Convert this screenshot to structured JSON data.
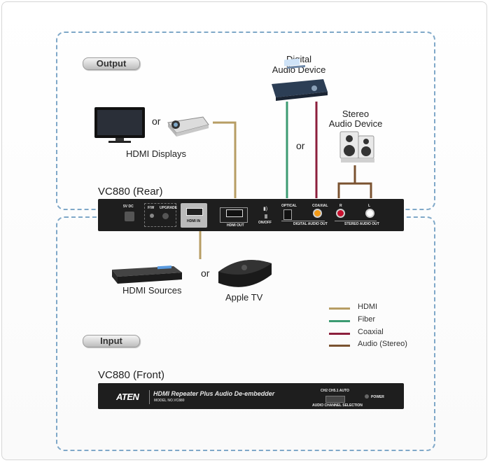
{
  "labels": {
    "output": "Output",
    "input": "Input",
    "digital_audio_device_1": "Digital",
    "digital_audio_device_2": "Audio Device",
    "stereo_audio_device_1": "Stereo",
    "stereo_audio_device_2": "Audio Device",
    "or_display": "or",
    "or_audio": "or",
    "or_source": "or",
    "hdmi_displays": "HDMI Displays",
    "hdmi_sources": "HDMI Sources",
    "apple_tv": "Apple TV",
    "vc880_rear": "VC880 (Rear)",
    "vc880_front": "VC880 (Front)"
  },
  "rear_panel": {
    "power": "5V DC",
    "fw": "F/W",
    "upgrade": "UPGRADE",
    "hdmi_in": "HDMI IN",
    "hdmi_out": "HDMI OUT",
    "on_off": "ON/OFF",
    "optical": "OPTICAL",
    "coaxial": "COAXIAL",
    "digital_audio_out": "DIGITAL AUDIO OUT",
    "r": "R",
    "l": "L",
    "stereo_audio_out": "STEREO AUDIO OUT"
  },
  "front_panel": {
    "brand": "ATEN",
    "product_name": "HDMI Repeater Plus Audio De-embedder",
    "model": "MODEL NO.VC880",
    "channel_options": "CH2  CH5.1  AUTO",
    "audio_channel_selection": "AUDIO CHANNEL SELECTION",
    "power": "POWER"
  },
  "legend": [
    {
      "label": "HDMI",
      "color": "#b79d64"
    },
    {
      "label": "Fiber",
      "color": "#3c9b72"
    },
    {
      "label": "Coaxial",
      "color": "#8c1f3c"
    },
    {
      "label": "Audio (Stereo)",
      "color": "#7a5230"
    }
  ],
  "colors": {
    "hdmi": "#b79d64",
    "fiber": "#3c9b72",
    "coaxial": "#8c1f3c",
    "stereo": "#7a5230",
    "zone_border": "#7fa8c8"
  }
}
